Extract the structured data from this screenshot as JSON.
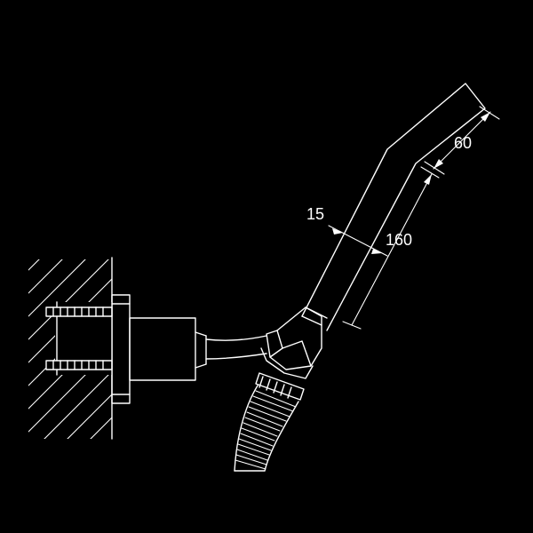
{
  "drawing": {
    "background_color": "#000000",
    "line_color": "#ffffff",
    "dimensions": {
      "head_width": "60",
      "handle_width": "15",
      "handle_length": "160"
    }
  }
}
